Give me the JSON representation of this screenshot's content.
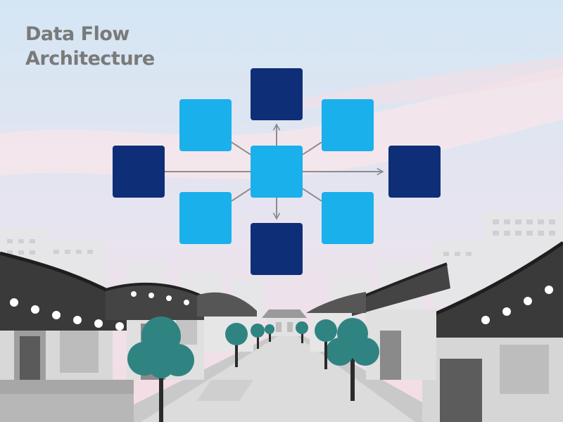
{
  "title": {
    "line1": "Data Flow",
    "line2": "Architecture"
  },
  "diagram": {
    "nodes": [
      {
        "id": "center",
        "tone": "light"
      },
      {
        "id": "top",
        "tone": "dark"
      },
      {
        "id": "bottom",
        "tone": "dark"
      },
      {
        "id": "left",
        "tone": "dark"
      },
      {
        "id": "right",
        "tone": "dark"
      },
      {
        "id": "top-left",
        "tone": "light"
      },
      {
        "id": "top-right",
        "tone": "light"
      },
      {
        "id": "bottom-left",
        "tone": "light"
      },
      {
        "id": "bottom-right",
        "tone": "light"
      }
    ],
    "edges": [
      {
        "from": "left",
        "to": "right",
        "arrow": true
      },
      {
        "from": "center",
        "to": "top",
        "arrow": true
      },
      {
        "from": "center",
        "to": "bottom",
        "arrow": true
      },
      {
        "from": "center",
        "to": "top-left",
        "arrow": false
      },
      {
        "from": "center",
        "to": "top-right",
        "arrow": false
      },
      {
        "from": "center",
        "to": "bottom-left",
        "arrow": false
      },
      {
        "from": "center",
        "to": "bottom-right",
        "arrow": false
      }
    ]
  },
  "colors": {
    "node_dark": "#0f2e78",
    "node_light": "#1ab0ec",
    "connector": "#8c8c8c",
    "title_text": "#7a7a7a",
    "sky_top": "#d4e6f4",
    "sky_bottom": "#f6dde3",
    "tree_foliage": "#2f8482",
    "tree_trunk": "#2b2b2b",
    "roof": "#3a3a3a",
    "road": "#dcdcdc"
  },
  "scene": {
    "illustration": "traditional-street-with-tiled-roof-houses-trees-and-city-skyline"
  }
}
